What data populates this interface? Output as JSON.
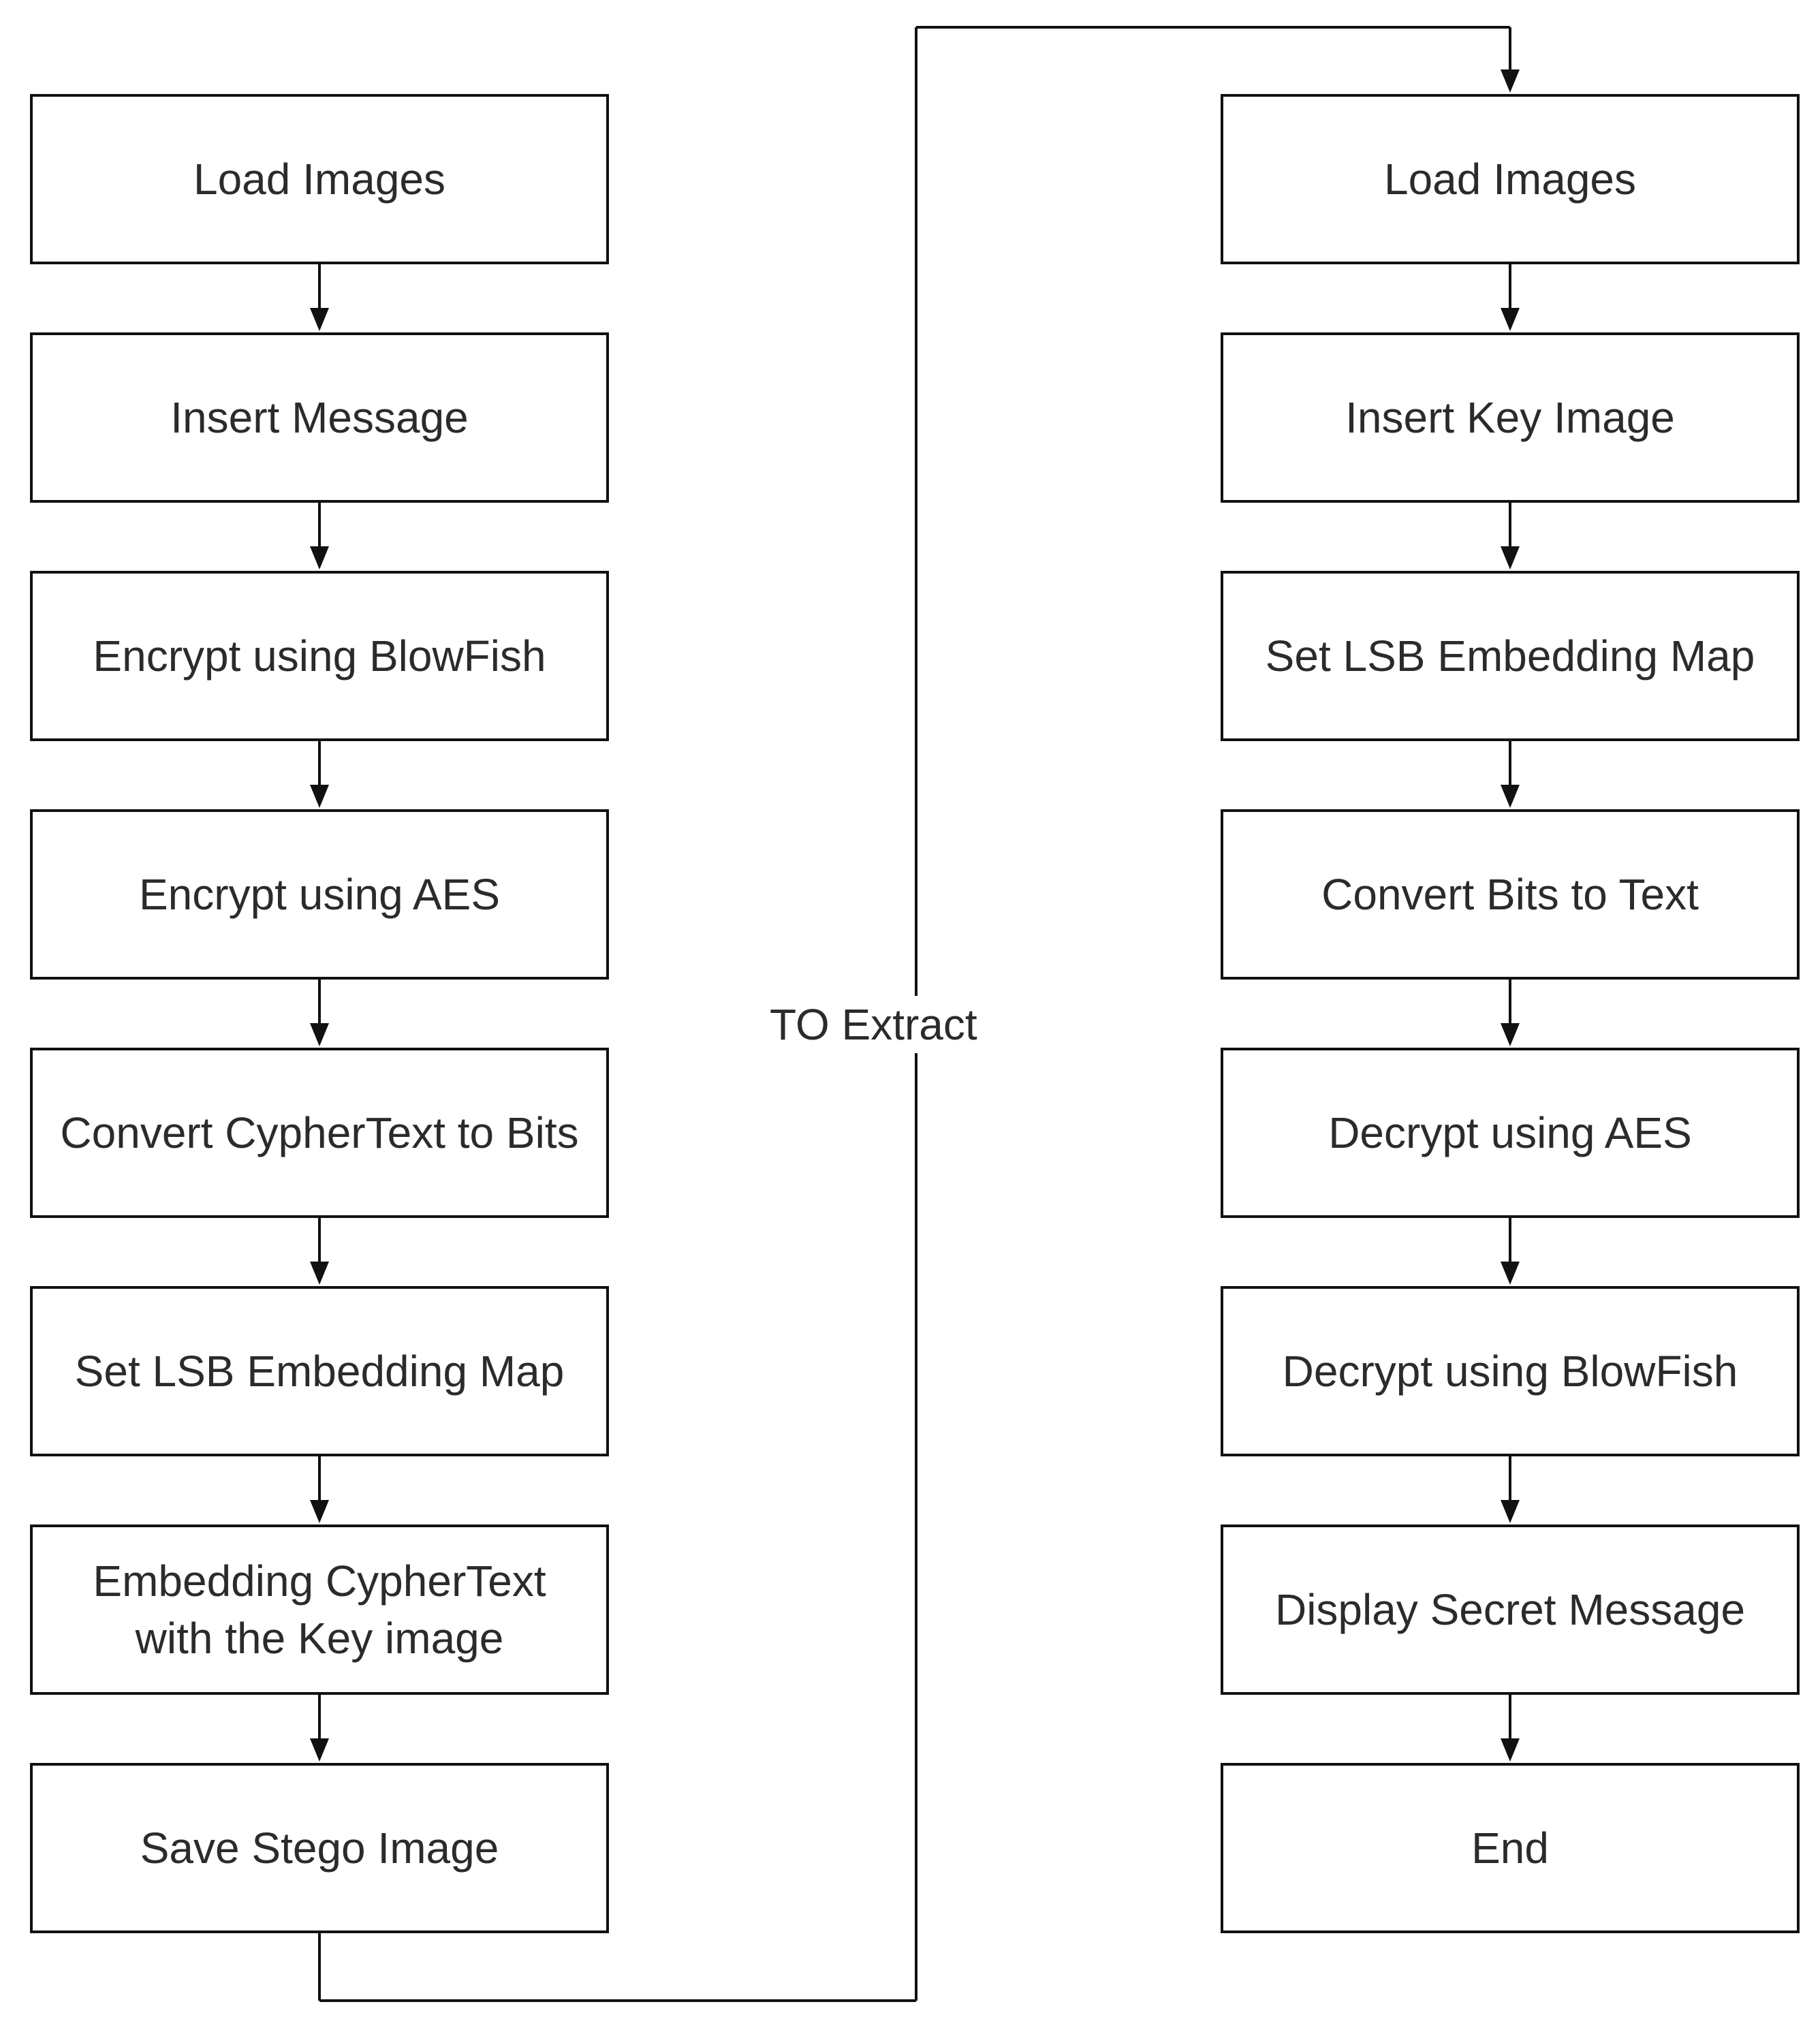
{
  "flowchart": {
    "embed_steps": [
      {
        "label": "Load Images"
      },
      {
        "label": "Insert Message"
      },
      {
        "label": "Encrypt using BlowFish"
      },
      {
        "label": "Encrypt using AES"
      },
      {
        "label": "Convert CypherText to Bits"
      },
      {
        "label": "Set LSB Embedding Map"
      },
      {
        "label": "Embedding CypherText\nwith the Key image"
      },
      {
        "label": "Save Stego Image"
      }
    ],
    "extract_steps": [
      {
        "label": "Load Images"
      },
      {
        "label": "Insert Key Image"
      },
      {
        "label": "Set LSB Embedding Map"
      },
      {
        "label": "Convert Bits to Text"
      },
      {
        "label": "Decrypt using AES"
      },
      {
        "label": "Decrypt using BlowFish"
      },
      {
        "label": "Display Secret Message"
      },
      {
        "label": "End"
      }
    ],
    "connector_label": "TO Extract"
  }
}
